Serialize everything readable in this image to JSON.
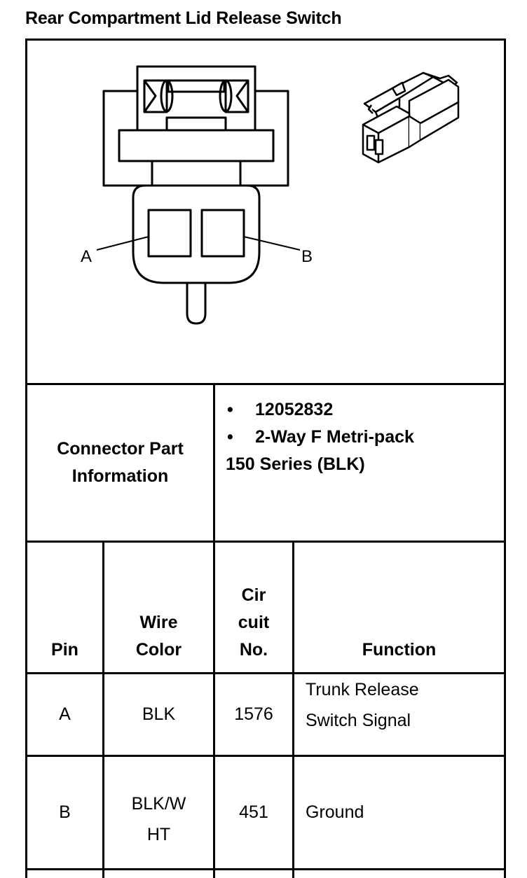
{
  "title": "Rear Compartment Lid Release Switch",
  "diagram": {
    "pin_label_a": "A",
    "pin_label_b": "B"
  },
  "part_info": {
    "label_line1": "Connector Part",
    "label_line2": "Information",
    "bullet": "•",
    "items": [
      "12052832",
      "2-Way F Metri-pack"
    ],
    "continuation": "150 Series (BLK)"
  },
  "table": {
    "headers": {
      "pin": "Pin",
      "wire_color": [
        "Wire",
        "Color"
      ],
      "circuit": [
        "Cir",
        "cuit",
        "No."
      ],
      "function": "Function"
    },
    "rows": [
      {
        "pin": "A",
        "wire_color": [
          "BLK"
        ],
        "circuit": "1576",
        "function": [
          "Trunk Release",
          "Switch Signal"
        ]
      },
      {
        "pin": "B",
        "wire_color": [
          "BLK/W",
          "HT"
        ],
        "circuit": "451",
        "function": [
          "Ground"
        ]
      }
    ]
  }
}
